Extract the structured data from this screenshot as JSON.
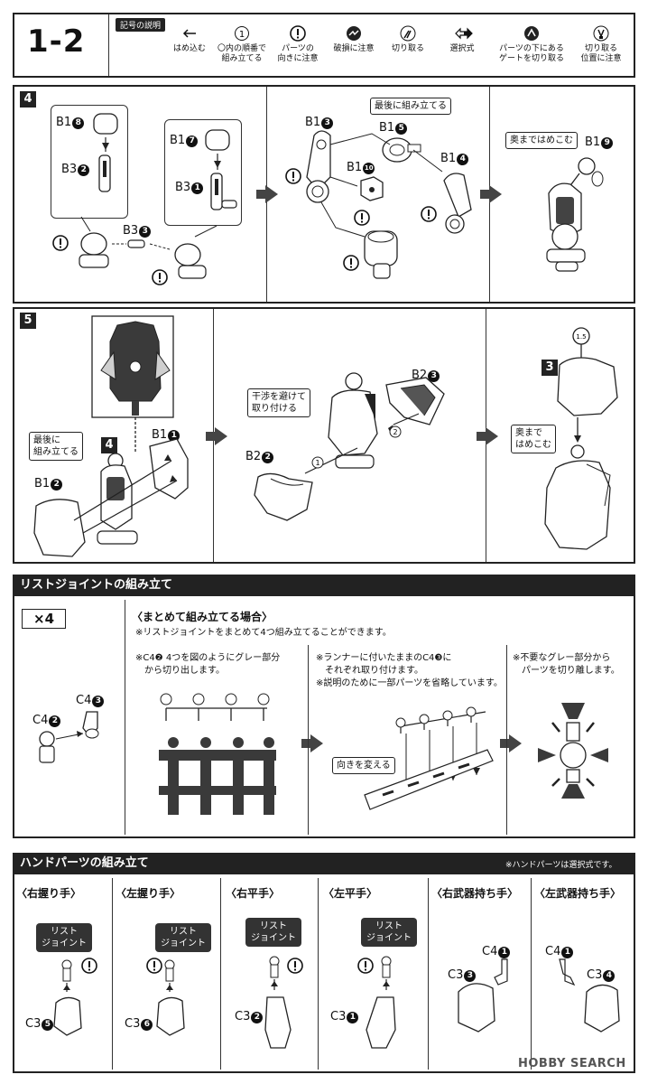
{
  "header": {
    "step_id": "1-2",
    "legend_title": "記号の説明",
    "legend": [
      {
        "icon": "arrow-left-icon",
        "text": "はめ込む"
      },
      {
        "icon": "circled-1-icon",
        "text": "〇内の順番で\n組み立てる"
      },
      {
        "icon": "exclamation-icon",
        "text": "パーツの\n向きに注意"
      },
      {
        "icon": "break-warning-icon",
        "text": "破損に注意"
      },
      {
        "icon": "nipper-icon",
        "text": "切り取る"
      },
      {
        "icon": "double-arrow-icon",
        "text": "選択式"
      },
      {
        "icon": "gate-cut-icon",
        "text": "パーツの下にある\nゲートを切り取る"
      },
      {
        "icon": "cut-position-icon",
        "text": "切り取る\n位置に注意"
      }
    ]
  },
  "step4": {
    "number": "4",
    "labels": {
      "b1_8": "B1",
      "b1_8_n": "8",
      "b3_2": "B3",
      "b3_2_n": "2",
      "b1_7": "B1",
      "b1_7_n": "7",
      "b3_1": "B3",
      "b3_1_n": "1",
      "b3_3": "B3",
      "b3_3_n": "3",
      "b1_3": "B1",
      "b1_3_n": "3",
      "b1_5": "B1",
      "b1_5_n": "5",
      "b1_4": "B1",
      "b1_4_n": "4",
      "b1_10": "B1",
      "b1_10_n": "10",
      "b1_9": "B1",
      "b1_9_n": "9"
    },
    "note_last": "最後に組み立てる",
    "note_push": "奥まではめこむ"
  },
  "step5": {
    "number": "5",
    "sub4": "4",
    "sub3": "3",
    "labels": {
      "b1_1": "B1",
      "b1_1_n": "1",
      "b1_2": "B1",
      "b1_2_n": "2",
      "b2_3": "B2",
      "b2_3_n": "3",
      "b2_2": "B2",
      "b2_2_n": "2"
    },
    "note_last": "最後に\n組み立てる",
    "note_avoid": "干渉を避けて\n取り付ける",
    "note_push": "奥まで\nはめこむ",
    "ball_label": "1.5"
  },
  "wrist": {
    "title": "リストジョイントの組み立て",
    "multiplier": "×4",
    "heading": "〈まとめて組み立てる場合〉",
    "intro": "※リストジョイントをまとめて4つ組み立てることができます。",
    "note1": "※C4❷ 4つを図のようにグレー部分\n　から切り出します。",
    "note2": "※ランナーに付いたままのC4❸に\n　それぞれ取り付けます。\n※説明のために一部パーツを省略しています。",
    "note3": "※不要なグレー部分から\n　パーツを切り離します。",
    "c4_3": "C4",
    "c4_3_n": "3",
    "c4_2": "C4",
    "c4_2_n": "2",
    "turn_label": "向きを変える"
  },
  "hand": {
    "title": "ハンドパーツの組み立て",
    "note": "※ハンドパーツは選択式です。",
    "columns": [
      {
        "label": "〈右握り手〉",
        "tag": "リスト\nジョイント",
        "part": "C3",
        "num": "5"
      },
      {
        "label": "〈左握り手〉",
        "tag": "リスト\nジョイント",
        "part": "C3",
        "num": "6"
      },
      {
        "label": "〈右平手〉",
        "tag": "リスト\nジョイント",
        "part": "C3",
        "num": "2"
      },
      {
        "label": "〈左平手〉",
        "tag": "リスト\nジョイント",
        "part": "C3",
        "num": "1"
      },
      {
        "label": "〈右武器持ち手〉",
        "part_a": "C4",
        "num_a": "1",
        "part_b": "C3",
        "num_b": "3"
      },
      {
        "label": "〈左武器持ち手〉",
        "part_a": "C4",
        "num_a": "1",
        "part_b": "C3",
        "num_b": "4"
      }
    ]
  },
  "watermark": "HOBBY SEARCH",
  "colors": {
    "panel_dark": "#222222",
    "parts_gray": "#cfcfcf",
    "runner_dark": "#3a3a3a"
  }
}
